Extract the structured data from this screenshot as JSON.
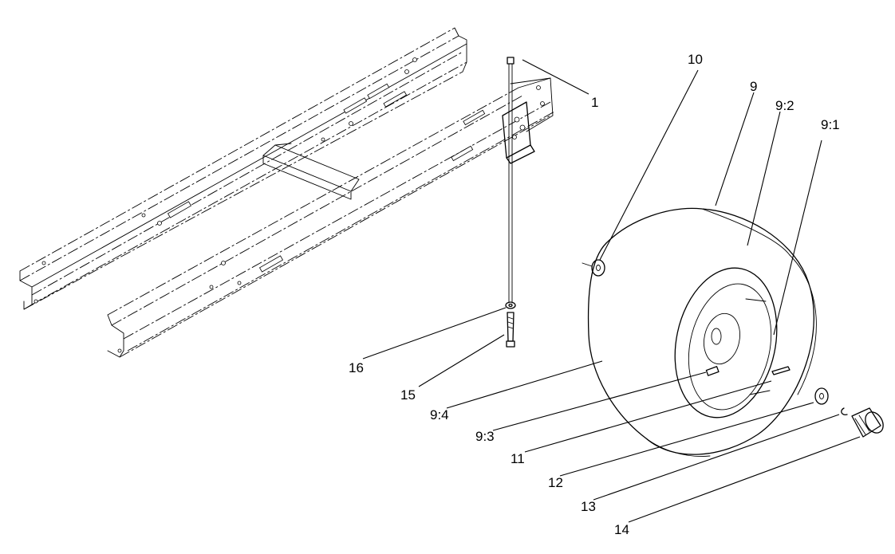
{
  "diagram": {
    "callouts": [
      {
        "id": "1",
        "label": "1"
      },
      {
        "id": "9",
        "label": "9"
      },
      {
        "id": "9:1",
        "label": "9:1"
      },
      {
        "id": "9:2",
        "label": "9:2"
      },
      {
        "id": "9:3",
        "label": "9:3"
      },
      {
        "id": "9:4",
        "label": "9:4"
      },
      {
        "id": "10",
        "label": "10"
      },
      {
        "id": "11",
        "label": "11"
      },
      {
        "id": "12",
        "label": "12"
      },
      {
        "id": "13",
        "label": "13"
      },
      {
        "id": "14",
        "label": "14"
      },
      {
        "id": "15",
        "label": "15"
      },
      {
        "id": "16",
        "label": "16"
      }
    ]
  }
}
